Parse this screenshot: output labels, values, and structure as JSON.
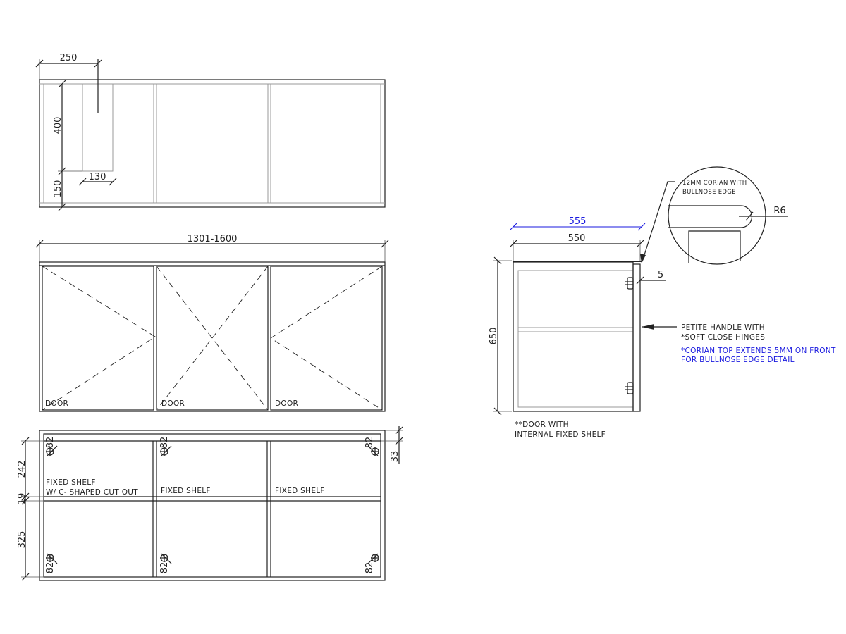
{
  "plan_view": {
    "dim_width": "250",
    "dim_height_upper": "400",
    "dim_height_lower": "150",
    "dim_cutout": "130"
  },
  "front_view": {
    "dim_overall": "1301-1600",
    "door_labels": [
      "DOOR",
      "DOOR",
      "DOOR"
    ]
  },
  "internal_view": {
    "dim_upper": "242",
    "dim_shelf": "19",
    "dim_lower": "325",
    "dim_top": "33",
    "hinge_offset": "82",
    "shelf_labels": [
      "FIXED SHELF",
      "W/ C- SHAPED CUT OUT",
      "FIXED SHELF",
      "FIXED SHELF"
    ]
  },
  "side_view": {
    "dim_top_total": "555",
    "dim_depth": "550",
    "dim_height": "650",
    "dim_overhang": "5",
    "note_door": [
      "**DOOR WITH",
      "INTERNAL FIXED SHELF"
    ],
    "note_handle": [
      "PETITE HANDLE WITH",
      "*SOFT CLOSE HINGES"
    ],
    "note_corian": [
      "*CORIAN TOP EXTENDS 5MM ON FRONT",
      "FOR BULLNOSE EDGE DETAIL"
    ]
  },
  "detail": {
    "note": [
      "12MM CORIAN WITH",
      "BULLNOSE EDGE"
    ],
    "radius": "R6"
  },
  "colors": {
    "line": "#222222",
    "highlight": "#1a1adf"
  }
}
